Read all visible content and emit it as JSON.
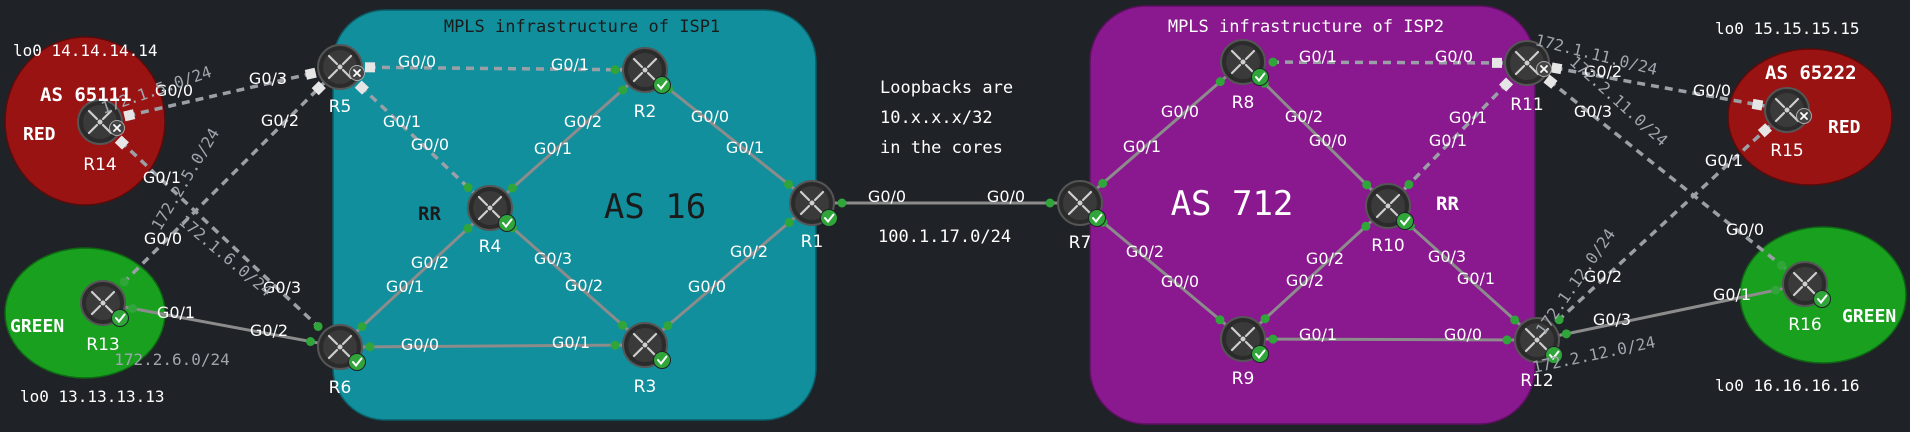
{
  "colors": {
    "background": "#1f2226",
    "isp1_fill": "#118f9c",
    "isp2_fill": "#8a188f",
    "red_as_fill": "#9a1313",
    "green_as_fill": "#19a01f",
    "link_solid": "#8c8c8c",
    "link_dashed": "#9aa0a6",
    "status_ok": "#2fa53a",
    "status_down": "#444444",
    "label_white": "#ffffff",
    "subnet_label": "#9fa6ad"
  },
  "zones": {
    "isp1_title": "MPLS infrastructure of ISP1",
    "isp1_as": "AS 16",
    "isp2_title": "MPLS infrastructure of ISP2",
    "isp2_as": "AS 712",
    "red_left_as": "AS 65111",
    "red_left_name": "RED",
    "green_left_name": "GREEN",
    "red_right_as": "AS 65222",
    "red_right_name": "RED",
    "green_right_name": "GREEN"
  },
  "notes": {
    "lo0_r14": "lo0 14.14.14.14",
    "lo0_r13": "lo0 13.13.13.13",
    "lo0_r15": "lo0 15.15.15.15",
    "lo0_r16": "lo0 16.16.16.16",
    "loopbacks_line1": "Loopbacks are",
    "loopbacks_line2": "10.x.x.x/32",
    "loopbacks_line3": "in the cores",
    "core_link_subnet": "100.1.17.0/24",
    "rr_left": "RR",
    "rr_right": "RR"
  },
  "routers": [
    {
      "id": "R1",
      "label": "R1",
      "status": "up",
      "icon": "router-icon"
    },
    {
      "id": "R2",
      "label": "R2",
      "status": "up",
      "icon": "router-icon"
    },
    {
      "id": "R3",
      "label": "R3",
      "status": "up",
      "icon": "router-icon"
    },
    {
      "id": "R4",
      "label": "R4",
      "status": "up",
      "icon": "router-icon"
    },
    {
      "id": "R5",
      "label": "R5",
      "status": "down",
      "icon": "router-icon"
    },
    {
      "id": "R6",
      "label": "R6",
      "status": "up",
      "icon": "router-icon"
    },
    {
      "id": "R7",
      "label": "R7",
      "status": "up",
      "icon": "router-icon"
    },
    {
      "id": "R8",
      "label": "R8",
      "status": "up",
      "icon": "router-icon"
    },
    {
      "id": "R9",
      "label": "R9",
      "status": "up",
      "icon": "router-icon"
    },
    {
      "id": "R10",
      "label": "R10",
      "status": "up",
      "icon": "router-icon"
    },
    {
      "id": "R11",
      "label": "R11",
      "status": "down",
      "icon": "router-icon"
    },
    {
      "id": "R12",
      "label": "R12",
      "status": "up",
      "icon": "router-icon"
    },
    {
      "id": "R13",
      "label": "R13",
      "status": "up",
      "icon": "router-icon"
    },
    {
      "id": "R14",
      "label": "R14",
      "status": "down",
      "icon": "router-icon"
    },
    {
      "id": "R15",
      "label": "R15",
      "status": "down",
      "icon": "router-icon"
    },
    {
      "id": "R16",
      "label": "R16",
      "status": "up",
      "icon": "router-icon"
    }
  ],
  "links": [
    {
      "id": "r5-r2",
      "a": "R5",
      "b": "R2",
      "style": "dashed",
      "a_if": "G0/0",
      "b_if": "G0/1",
      "subnet": ""
    },
    {
      "id": "r5-r4",
      "a": "R5",
      "b": "R4",
      "style": "dashed",
      "a_if": "G0/1",
      "b_if": "G0/0",
      "subnet": ""
    },
    {
      "id": "r2-r4",
      "a": "R2",
      "b": "R4",
      "style": "solid",
      "a_if": "G0/2",
      "b_if": "G0/1",
      "subnet": ""
    },
    {
      "id": "r2-r1",
      "a": "R2",
      "b": "R1",
      "style": "solid",
      "a_if": "G0/0",
      "b_if": "G0/1",
      "subnet": ""
    },
    {
      "id": "r6-r4",
      "a": "R6",
      "b": "R4",
      "style": "solid",
      "a_if": "G0/1",
      "b_if": "G0/2",
      "subnet": ""
    },
    {
      "id": "r4-r3",
      "a": "R4",
      "b": "R3",
      "style": "solid",
      "a_if": "G0/3",
      "b_if": "G0/2",
      "subnet": ""
    },
    {
      "id": "r6-r3",
      "a": "R6",
      "b": "R3",
      "style": "solid",
      "a_if": "G0/0",
      "b_if": "G0/1",
      "subnet": ""
    },
    {
      "id": "r3-r1",
      "a": "R3",
      "b": "R1",
      "style": "solid",
      "a_if": "G0/0",
      "b_if": "G0/2",
      "subnet": ""
    },
    {
      "id": "r1-r7",
      "a": "R1",
      "b": "R7",
      "style": "solid",
      "a_if": "G0/0",
      "b_if": "G0/0",
      "subnet": "100.1.17.0/24"
    },
    {
      "id": "r14-r5",
      "a": "R14",
      "b": "R5",
      "style": "dashed",
      "a_if": "G0/0",
      "b_if": "G0/3",
      "subnet": "172.1.5.0/24"
    },
    {
      "id": "r13-r5",
      "a": "R13",
      "b": "R5",
      "style": "dashed",
      "a_if": "G0/0",
      "b_if": "G0/2",
      "subnet": "172.2.5.0/24"
    },
    {
      "id": "r14-r6",
      "a": "R14",
      "b": "R6",
      "style": "dashed",
      "a_if": "G0/1",
      "b_if": "G0/3",
      "subnet": "172.1.6.0/24"
    },
    {
      "id": "r13-r6",
      "a": "R13",
      "b": "R6",
      "style": "solid",
      "a_if": "G0/1",
      "b_if": "G0/2",
      "subnet": "172.2.6.0/24"
    },
    {
      "id": "r7-r8",
      "a": "R7",
      "b": "R8",
      "style": "solid",
      "a_if": "G0/1",
      "b_if": "G0/0",
      "subnet": ""
    },
    {
      "id": "r7-r9",
      "a": "R7",
      "b": "R9",
      "style": "solid",
      "a_if": "G0/2",
      "b_if": "G0/0",
      "subnet": ""
    },
    {
      "id": "r8-r11",
      "a": "R8",
      "b": "R11",
      "style": "dashed",
      "a_if": "G0/1",
      "b_if": "G0/0",
      "subnet": ""
    },
    {
      "id": "r8-r10",
      "a": "R8",
      "b": "R10",
      "style": "solid",
      "a_if": "G0/2",
      "b_if": "G0/0",
      "subnet": ""
    },
    {
      "id": "r11-r10",
      "a": "R11",
      "b": "R10",
      "style": "dashed",
      "a_if": "G0/1",
      "b_if": "G0/1",
      "subnet": ""
    },
    {
      "id": "r9-r10",
      "a": "R9",
      "b": "R10",
      "style": "solid",
      "a_if": "G0/2",
      "b_if": "G0/2",
      "subnet": ""
    },
    {
      "id": "r10-r12",
      "a": "R10",
      "b": "R12",
      "style": "solid",
      "a_if": "G0/3",
      "b_if": "G0/1",
      "subnet": ""
    },
    {
      "id": "r9-r12",
      "a": "R9",
      "b": "R12",
      "style": "solid",
      "a_if": "G0/1",
      "b_if": "G0/0",
      "subnet": ""
    },
    {
      "id": "r11-r15",
      "a": "R11",
      "b": "R15",
      "style": "dashed",
      "a_if": "G0/2",
      "b_if": "G0/0",
      "subnet": "172.1.11.0/24"
    },
    {
      "id": "r11-r16",
      "a": "R11",
      "b": "R16",
      "style": "dashed",
      "a_if": "G0/3",
      "b_if": "G0/0",
      "subnet": "172.2.11.0/24"
    },
    {
      "id": "r12-r15",
      "a": "R12",
      "b": "R15",
      "style": "dashed",
      "a_if": "G0/2",
      "b_if": "G0/1",
      "subnet": "172.1.12.0/24"
    },
    {
      "id": "r12-r16",
      "a": "R12",
      "b": "R16",
      "style": "solid",
      "a_if": "G0/3",
      "b_if": "G0/1",
      "subnet": "172.2.12.0/24"
    }
  ]
}
